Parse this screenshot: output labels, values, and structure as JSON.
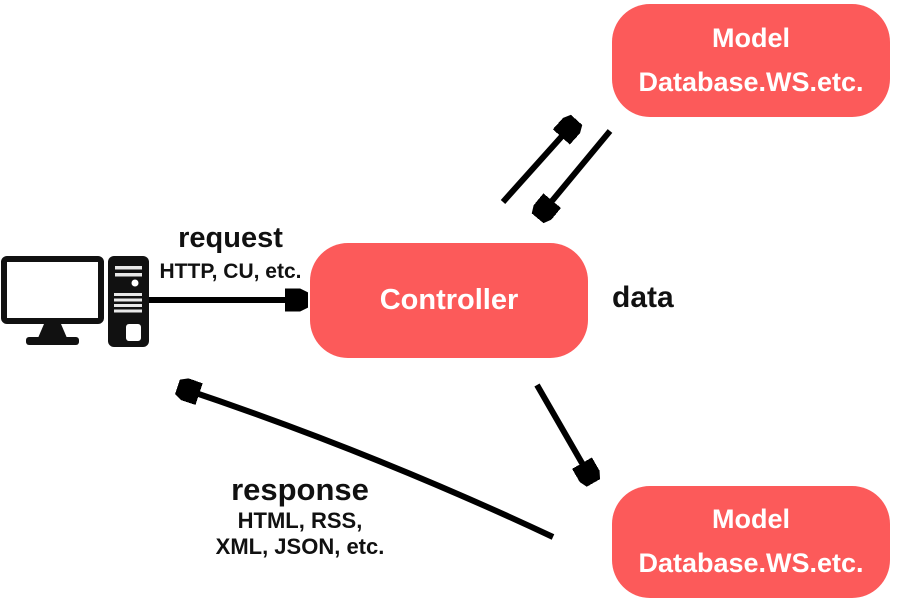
{
  "diagram": {
    "client": {
      "icon": "desktop-computer-icon"
    },
    "nodes": {
      "controller": {
        "label": "Controller"
      },
      "model_top": {
        "lines": [
          "Model",
          "Database.WS.etc."
        ]
      },
      "model_bottom": {
        "lines": [
          "Model",
          "Database.WS.etc."
        ]
      }
    },
    "labels": {
      "request_title": "request",
      "request_sub": "HTTP, CU, etc.",
      "data": "data",
      "response_title": "response",
      "response_sub1": "HTML, RSS,",
      "response_sub2": "XML, JSON, etc."
    },
    "edges": [
      {
        "from": "client",
        "to": "controller",
        "label": "request"
      },
      {
        "from": "controller",
        "to": "model_top",
        "label": ""
      },
      {
        "from": "model_top",
        "to": "controller",
        "label": "data"
      },
      {
        "from": "controller",
        "to": "model_bottom",
        "label": ""
      },
      {
        "from": "model_bottom",
        "to": "client",
        "label": "response"
      }
    ],
    "colors": {
      "node_fill": "#fc5a5a",
      "node_text": "#ffffff",
      "arrow": "#000000",
      "text": "#111111",
      "background": "#ffffff"
    }
  }
}
